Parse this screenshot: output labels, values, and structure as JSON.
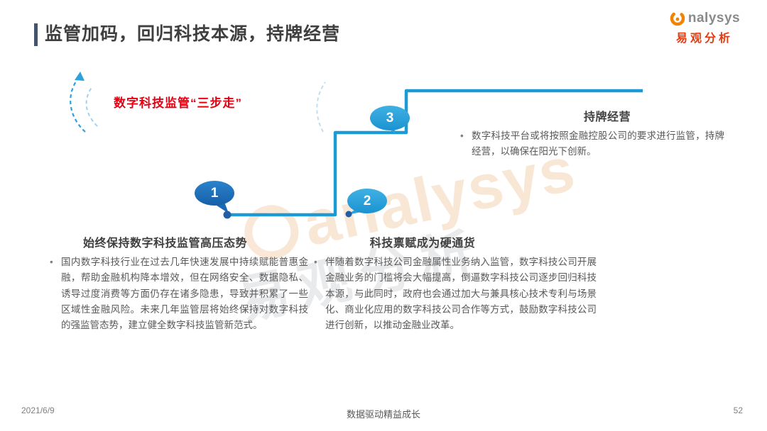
{
  "header": {
    "title": "监管加码，回归科技本源，持牌经营"
  },
  "logo": {
    "brand_rest": "nalysys",
    "brand_cn": "易观分析"
  },
  "diagram": {
    "label": "数字科技监管“三步走”",
    "steps": [
      {
        "number": "1",
        "title": "始终保持数字科技监管高压态势",
        "bullet": "•",
        "body": "国内数字科技行业在过去几年快速发展中持续赋能普惠金融，帮助金融机构降本增效，但在网络安全、数据隐私、诱导过度消费等方面仍存在诸多隐患，导致并积累了一些区域性金融风险。未来几年监管层将始终保持对数字科技的强监管态势，建立健全数字科技监管新范式。"
      },
      {
        "number": "2",
        "title": "科技禀赋成为硬通货",
        "bullet": "•",
        "body": "伴随着数字科技公司金融属性业务纳入监管，数字科技公司开展金融业务的门槛将会大幅提高，倒逼数字科技公司逐步回归科技本源，与此同时，政府也会通过加大与兼具核心技术专利与场景化、商业化应用的数字科技公司合作等方式，鼓励数字科技公司进行创新，以推动金融业改革。"
      },
      {
        "number": "3",
        "title": "持牌经营",
        "bullet": "•",
        "body": "数字科技平台或将按照金融控股公司的要求进行监管，持牌经营，以确保在阳光下创新。"
      }
    ]
  },
  "watermark": {
    "brand": "analysys",
    "cn": "易观分析"
  },
  "footer": {
    "date": "2021/6/9",
    "slogan": "数据驱动精益成长",
    "page": "52"
  },
  "colors": {
    "accent_blue": "#1b9ad6",
    "badge_dark": "#155fa8",
    "badge_light": "#1b93d1",
    "label_red": "#e60012",
    "title_bar": "#44546a",
    "brand_orange": "#e8380d"
  }
}
